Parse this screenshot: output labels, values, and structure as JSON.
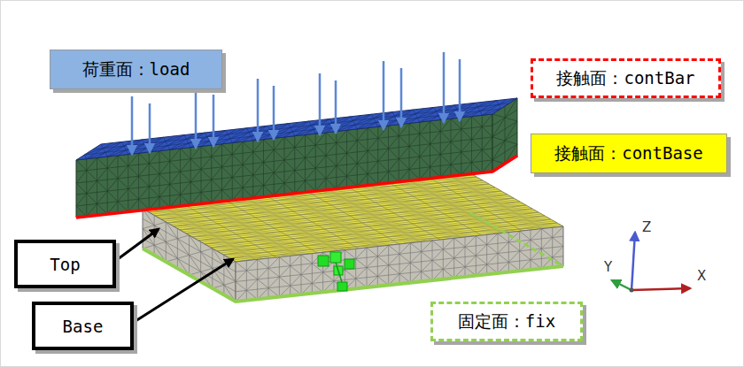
{
  "diagram": {
    "nodes": [
      {
        "text": [
          "荷重面：load"
        ]
      },
      {
        "text": [
          "接触面：contBar"
        ]
      },
      {
        "text": [
          "接触面：contBase"
        ]
      },
      {
        "text": [
          "Top"
        ]
      },
      {
        "text": [
          "Base"
        ]
      },
      {
        "text": [
          "固定面：fix"
        ]
      }
    ],
    "labels": [
      "Z",
      "Y",
      "X"
    ]
  }
}
